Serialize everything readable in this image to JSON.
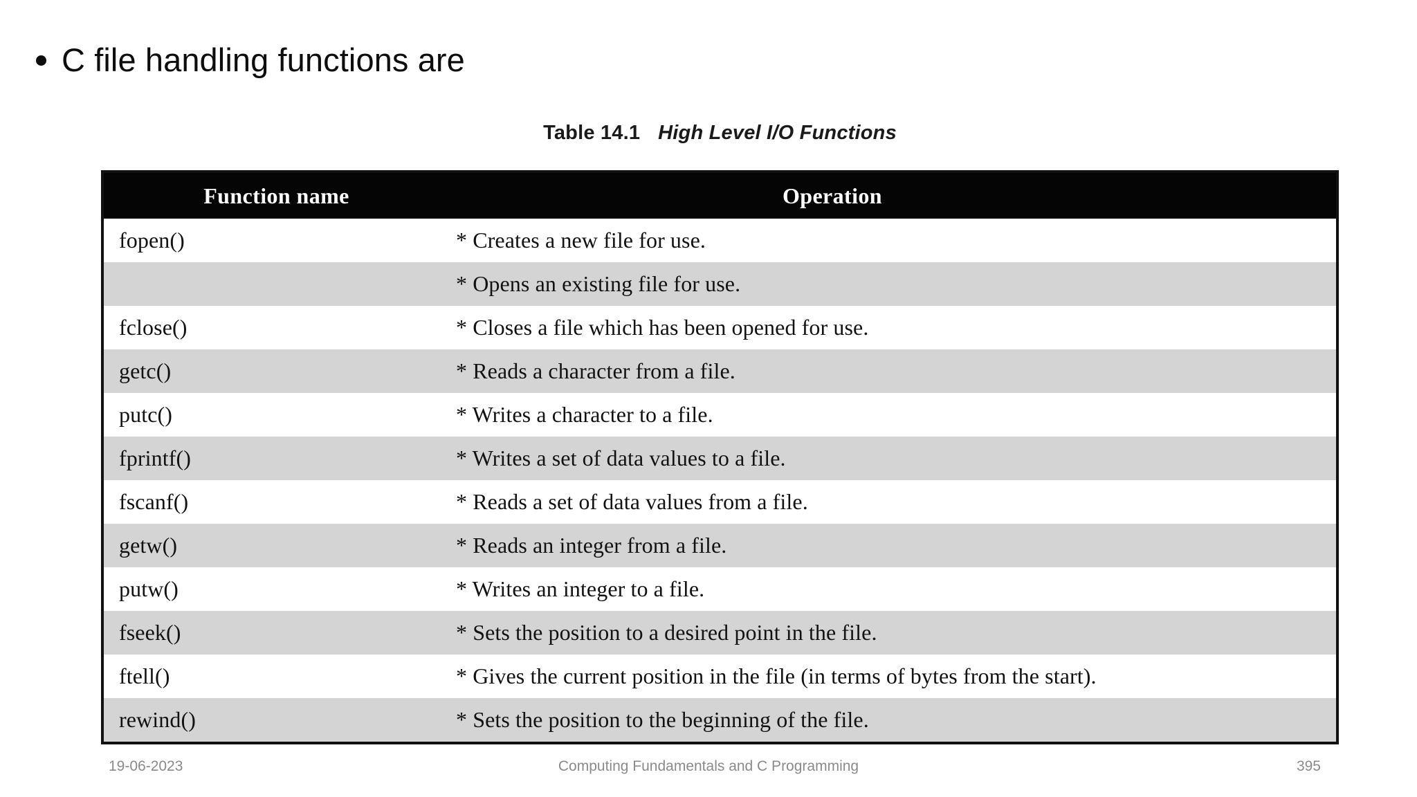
{
  "slide": {
    "bullet_text": "C file handling functions are",
    "bullet_glyph": "bullet-dot"
  },
  "table_caption": {
    "label": "Table 14.1",
    "title": "High Level I/O Functions"
  },
  "table": {
    "columns": [
      "Function name",
      "Operation"
    ],
    "rows": [
      {
        "function": "fopen()",
        "operation": "* Creates a new file for use."
      },
      {
        "function": "",
        "operation": "* Opens an existing file for use."
      },
      {
        "function": "fclose()",
        "operation": "* Closes a file which has been opened for use."
      },
      {
        "function": "getc()",
        "operation": "* Reads a character from a file."
      },
      {
        "function": "putc()",
        "operation": "* Writes a character to a file."
      },
      {
        "function": "fprintf()",
        "operation": "* Writes a set of data values to a file."
      },
      {
        "function": "fscanf()",
        "operation": "* Reads a set of data values from a file."
      },
      {
        "function": "getw()",
        "operation": "* Reads an integer from a file."
      },
      {
        "function": "putw()",
        "operation": "* Writes an integer to a file."
      },
      {
        "function": "fseek()",
        "operation": "* Sets the position to a desired point in the file."
      },
      {
        "function": "ftell()",
        "operation": "* Gives the current position in the file (in terms of bytes from the start)."
      },
      {
        "function": "rewind()",
        "operation": "* Sets the position to the beginning of the file."
      }
    ]
  },
  "footer": {
    "date": "19-06-2023",
    "center": "Computing Fundamentals and C Programming",
    "page": "395"
  },
  "colors": {
    "header_bg": "#050505",
    "header_text": "#ffffff",
    "row_alt_bg": "#d4d4d4",
    "row_bg": "#ffffff",
    "border": "#111111",
    "body_text": "#121212",
    "footer_text": "#8a8a8a",
    "slide_bg": "#ffffff"
  }
}
